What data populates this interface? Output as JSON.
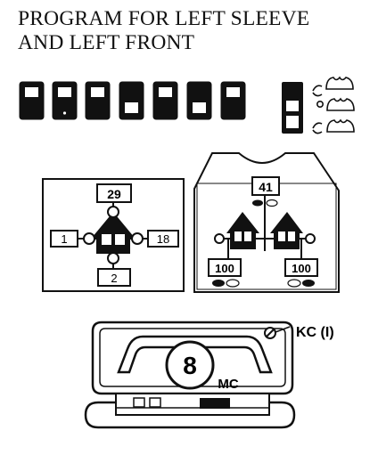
{
  "title": {
    "line1": "PROGRAM FOR LEFT SLEEVE",
    "line2": "AND LEFT FRONT"
  },
  "panel_left": {
    "top_value": "29",
    "left_value": "1",
    "right_value": "18",
    "bottom_value": "2"
  },
  "panel_right": {
    "top_value": "41",
    "bottom_left_value": "100",
    "bottom_right_value": "100"
  },
  "carriage": {
    "dial_number": "8",
    "dial_sub": "MC",
    "setting_label": "KC (I)"
  },
  "icons": {
    "switch_row": "switch-buttons-icon",
    "triple_switch": "triple-switch-icon",
    "needle_selectors": "needle-selector-icon"
  }
}
